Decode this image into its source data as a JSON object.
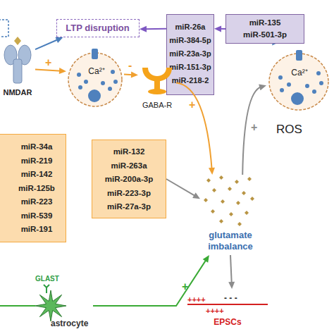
{
  "diagram": {
    "nodes": [
      {
        "text": [
          "LTP disruption"
        ]
      },
      {
        "text": [
          "miR-26a miR-384-5p miR-23a-3p miR-151-3p miR-218-2"
        ]
      },
      {
        "text": [
          "miR-135 miR-501-3p"
        ]
      },
      {
        "text": [
          "NMDAR"
        ]
      },
      {
        "text": [
          "Ca²⁺"
        ]
      },
      {
        "text": [
          "GABA-R"
        ]
      },
      {
        "text": [
          "Ca²⁺"
        ]
      },
      {
        "text": [
          "miR-34a miR-219 miR-142 miR-125b miR-223 miR-539 miR-191"
        ]
      },
      {
        "text": [
          "miR-132 miR-263a miR-200a-3p miR-223-3p miR-27a-3p"
        ]
      },
      {
        "text": [
          "glutamate imbalance"
        ]
      },
      {
        "text": [
          "GLAST",
          "astrocyte"
        ]
      },
      {
        "text": [
          "EPSCs"
        ]
      }
    ],
    "edges": [
      {
        "from": 1,
        "to": 0,
        "arrow": "to"
      },
      {
        "from": 2,
        "to": 1,
        "arrow": "to"
      },
      {
        "from": 3,
        "to": 0,
        "arrow": "to"
      },
      {
        "from": 3,
        "to": 4,
        "label": "+",
        "arrow": "to"
      },
      {
        "from": 4,
        "to": 5,
        "label": "-",
        "arrow": "to"
      },
      {
        "from": 5,
        "to": 9,
        "label": "+",
        "arrow": "to"
      },
      {
        "from": 8,
        "to": 9,
        "arrow": "to"
      },
      {
        "from": 9,
        "to": 6,
        "label": "+",
        "arrow": "to"
      },
      {
        "from": 10,
        "to": 9,
        "label": "+",
        "arrow": "to"
      },
      {
        "from": 9,
        "to": 11,
        "arrow": "to"
      }
    ],
    "labels": [
      "ROS",
      "++++",
      "- - -",
      "++++"
    ]
  }
}
